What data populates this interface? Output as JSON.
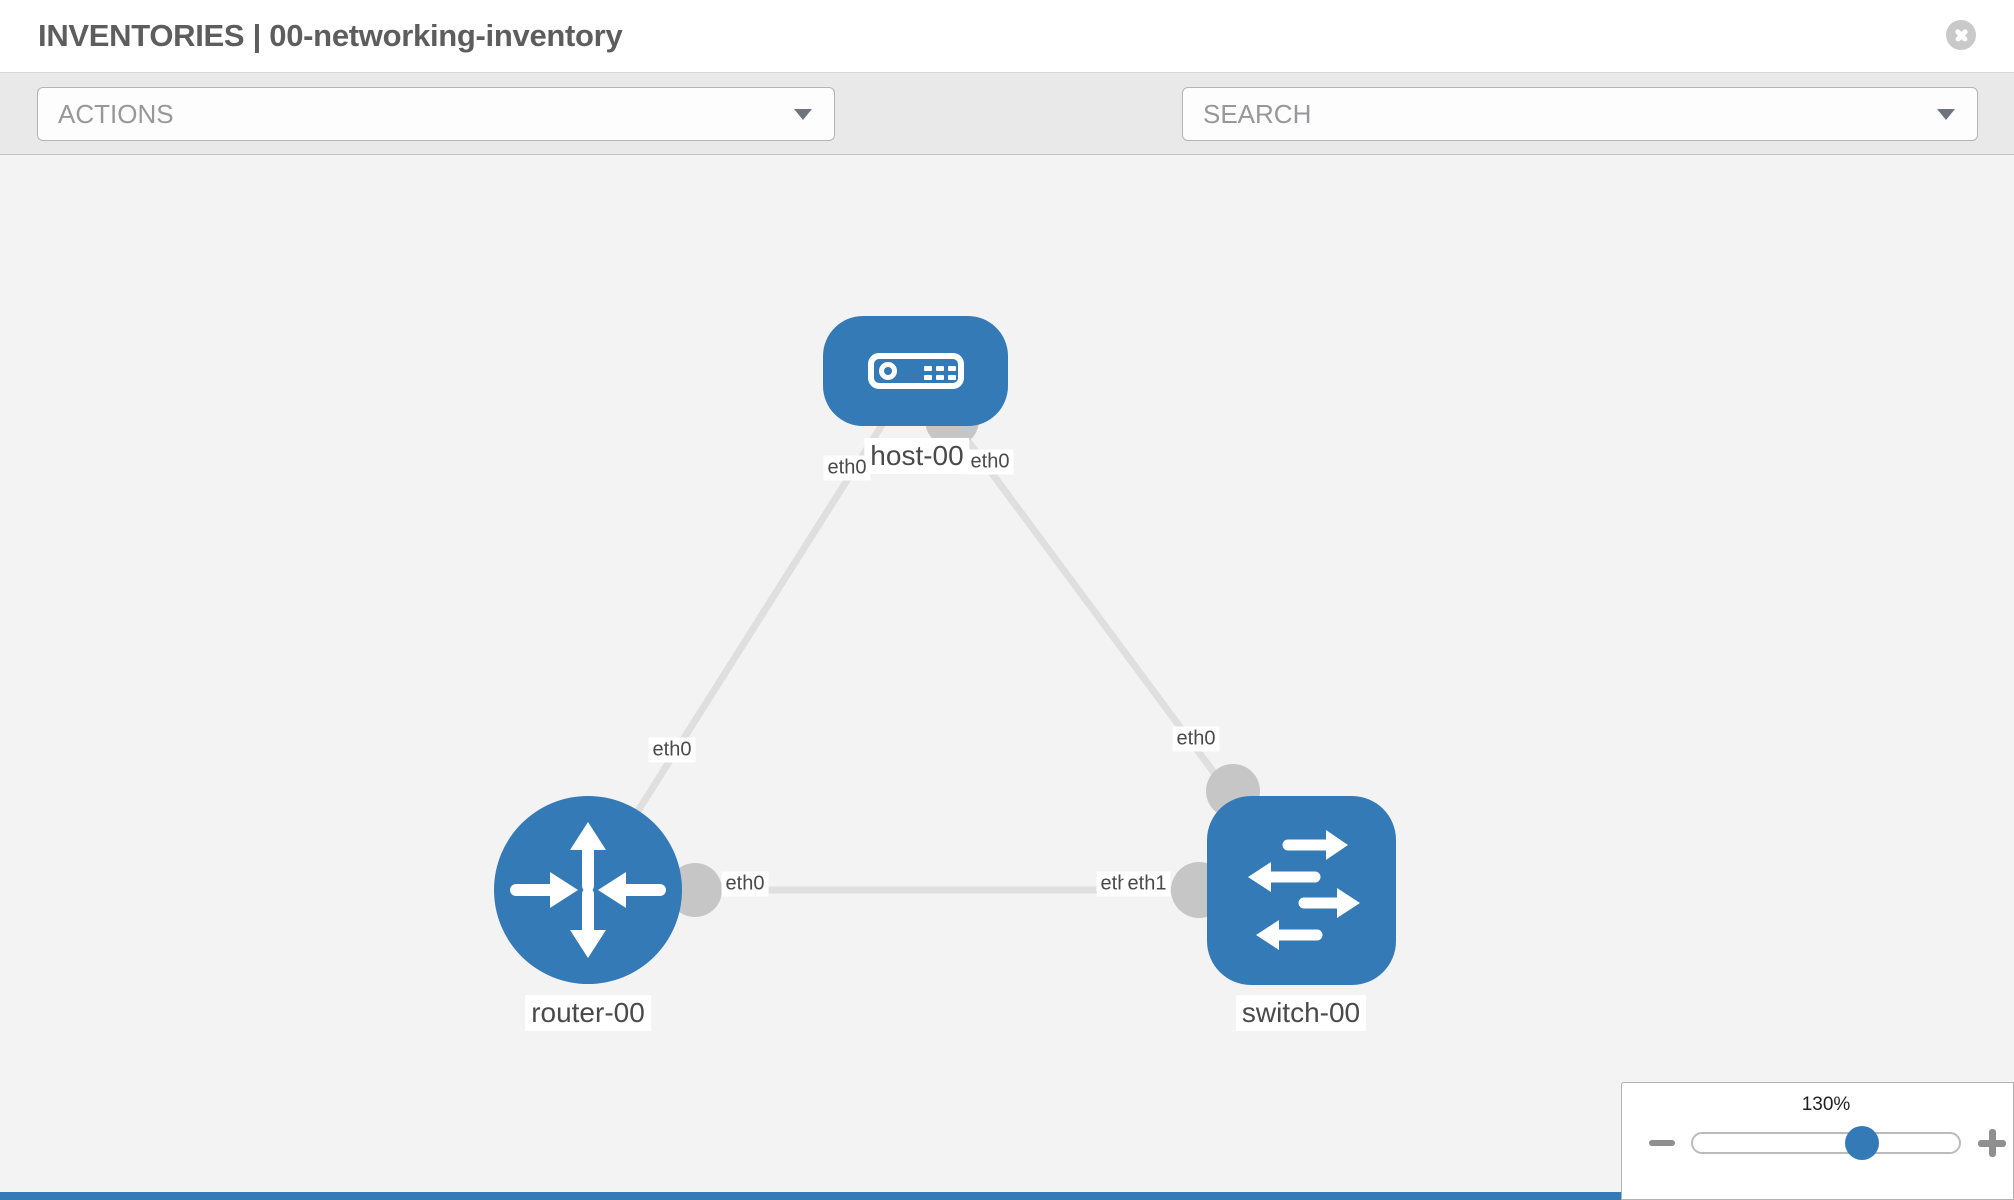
{
  "header": {
    "title": "INVENTORIES | 00-networking-inventory",
    "close_icon": "circle-x-icon"
  },
  "toolbar": {
    "actions": {
      "label": "ACTIONS",
      "type": "dropdown",
      "caret_icon": "chevron-down-icon"
    },
    "search": {
      "label": "SEARCH",
      "type": "dropdown",
      "caret_icon": "chevron-down-icon"
    },
    "tools": [
      {
        "icon": "wrench-icon"
      },
      {
        "icon": "key-icon"
      }
    ]
  },
  "topology": {
    "nodes": [
      {
        "label": "host-00",
        "type": "host"
      },
      {
        "label": "router-00",
        "type": "router"
      },
      {
        "label": "switch-00",
        "type": "switch"
      }
    ],
    "links": [
      {
        "from": "host-00",
        "to": "router-00",
        "from_interface": "eth0",
        "to_interface": "eth0"
      },
      {
        "from": "host-00",
        "to": "switch-00",
        "from_interface": "eth0",
        "to_interface": "eth0"
      },
      {
        "from": "router-00",
        "to": "switch-00",
        "from_interface": "eth0",
        "to_interface": "eth1"
      }
    ],
    "interface_labels": [
      {
        "text": "eth0",
        "position": "below host-00, left"
      },
      {
        "text": "eth0",
        "position": "below host-00, right"
      },
      {
        "text": "eth0",
        "position": "above router-00 on host link"
      },
      {
        "text": "eth0",
        "position": "above switch-00 on host link"
      },
      {
        "text": "eth0",
        "position": "right of router-00"
      },
      {
        "text": "eth0",
        "position": "left of switch-00 (partially covered)"
      },
      {
        "text": "eth1",
        "position": "left of switch-00"
      }
    ]
  },
  "zoom_control": {
    "value_label": "130%",
    "zoom_percent": 130,
    "minus_icon": "minus-icon",
    "plus_icon": "plus-icon"
  },
  "colors": {
    "accent_blue": "#337ab7",
    "node_fill": "#337ab7",
    "link_gray": "#dfdfdf",
    "endpoint_gray": "#c6c6c6",
    "toolbar_bg": "#e9e9e9",
    "canvas_bg": "#f3f3f3"
  }
}
